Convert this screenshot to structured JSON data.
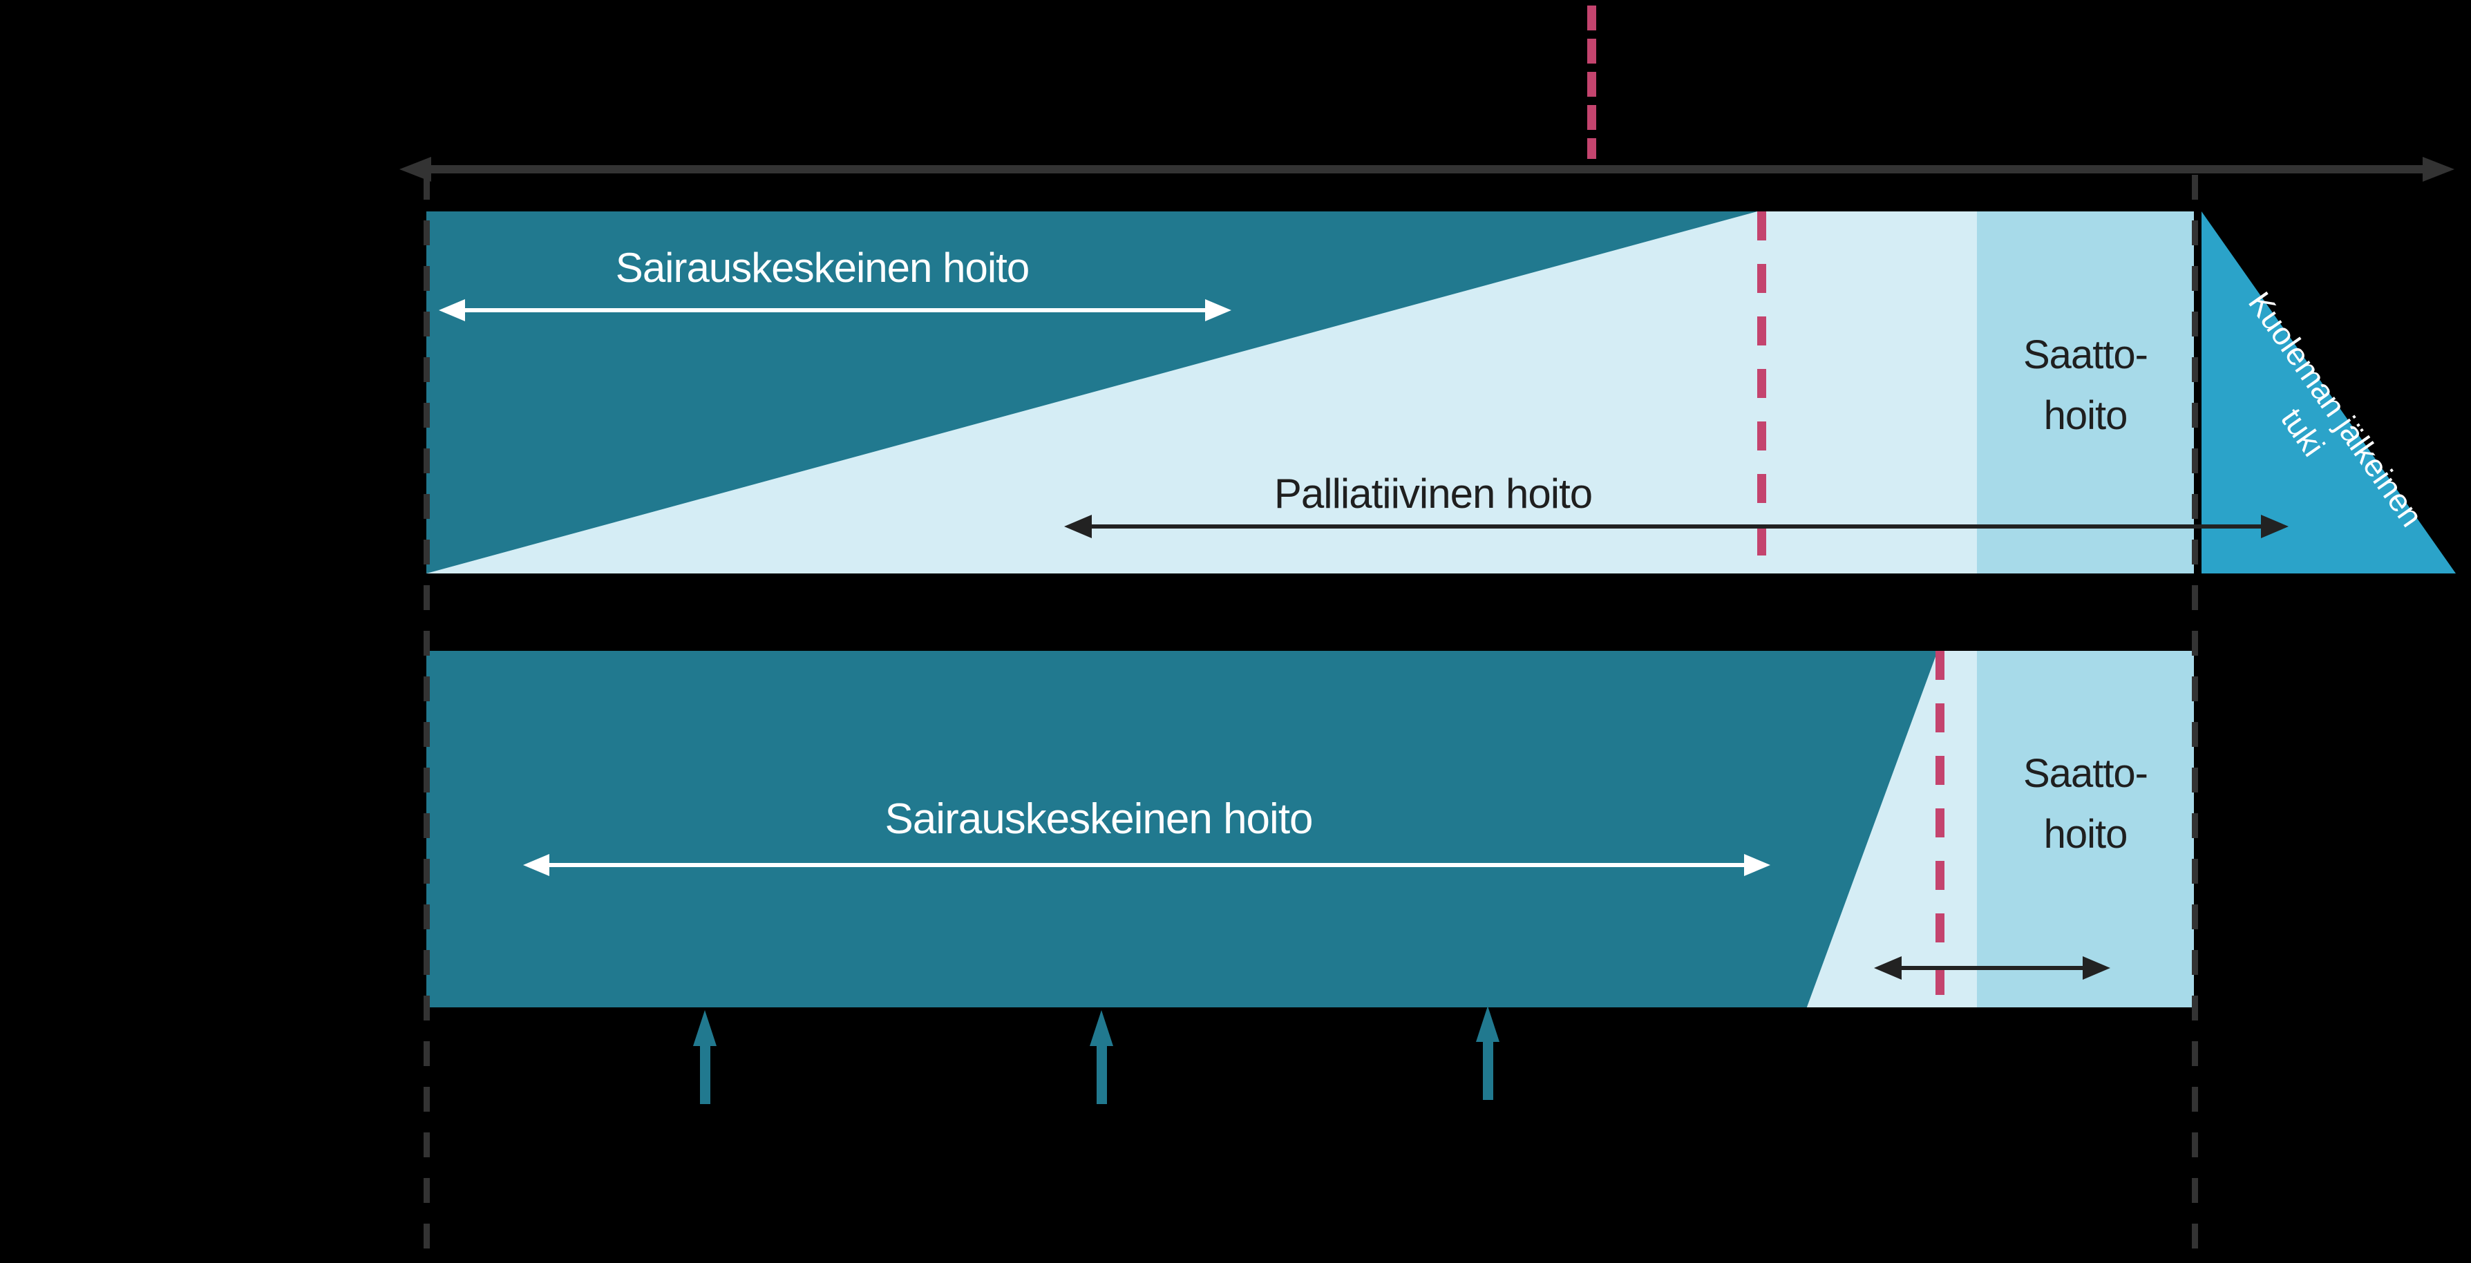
{
  "figure": {
    "type": "palliative-care-timeline-diagram",
    "language": "fi",
    "top_model": {
      "disease_care_label": "Sairauskeskeinen hoito",
      "palliative_care_label": "Palliatiivinen hoito",
      "hospice_line1": "Saatto-",
      "hospice_line2": "hoito",
      "bereavement_line1": "Kuoleman jälkeinen",
      "bereavement_line2": "tuki"
    },
    "bottom_model": {
      "disease_care_label": "Sairauskeskeinen hoito",
      "hospice_line1": "Saatto-",
      "hospice_line2": "hoito"
    },
    "colors": {
      "dark_teal": "#21798F",
      "light_teal_triangle": "#2BA3C9",
      "pale_blue": "#D5EDF5",
      "medium_blue": "#A7DAE9",
      "pink_dash": "#C4446E",
      "axis_gray": "#333333",
      "background": "#000000",
      "text_dark": "#1F1F1F",
      "text_white": "#FFFFFF"
    }
  }
}
